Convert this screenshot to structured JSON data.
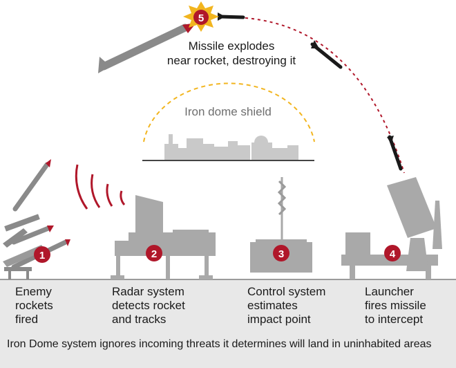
{
  "top_caption": {
    "line1": "Missile explodes",
    "line2": "near rocket, destroying it"
  },
  "shield_label": "Iron dome shield",
  "steps": [
    {
      "number": "1",
      "line1": "Enemy",
      "line2": "rockets",
      "line3": "fired"
    },
    {
      "number": "2",
      "line1": "Radar system",
      "line2": "detects rocket",
      "line3": "and tracks"
    },
    {
      "number": "3",
      "line1": "Control system",
      "line2": "estimates",
      "line3": "impact point"
    },
    {
      "number": "4",
      "line1": "Launcher",
      "line2": "fires missile",
      "line3": "to intercept"
    },
    {
      "number": "5"
    }
  ],
  "footnote": "Iron Dome system ignores incoming threats it determines will land in uninhabited areas",
  "colors": {
    "badge": "#b0172a",
    "grey": "#8a8a8a",
    "dark": "#1a1a1a",
    "shield_dash": "#f2b51f",
    "burst": "#f2b51f",
    "ground": "#e8e8e8"
  }
}
